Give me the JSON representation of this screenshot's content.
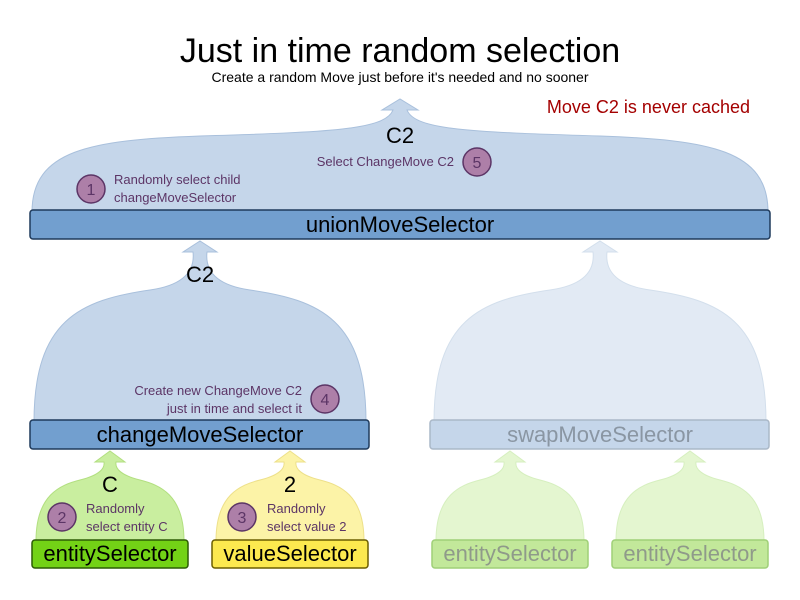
{
  "title": "Just in time random selection",
  "subtitle": "Create a random Move just before it's needed and no sooner",
  "note": "Move C2 is never cached",
  "union": {
    "label": "unionMoveSelector",
    "move": "C2"
  },
  "change": {
    "label": "changeMoveSelector",
    "move": "C2"
  },
  "swap": {
    "label": "swapMoveSelector"
  },
  "entity": {
    "label": "entitySelector",
    "move": "C"
  },
  "value": {
    "label": "valueSelector",
    "move": "2"
  },
  "swap_entity_1": {
    "label": "entitySelector"
  },
  "swap_entity_2": {
    "label": "entitySelector"
  },
  "steps": [
    {
      "num": "1",
      "line1": "Randomly select child",
      "line2": "changeMoveSelector"
    },
    {
      "num": "2",
      "line1": "Randomly",
      "line2": "select entity C"
    },
    {
      "num": "3",
      "line1": "Randomly",
      "line2": "select value 2"
    },
    {
      "num": "4",
      "line1": "Create new ChangeMove C2",
      "line2": "just in time and select it"
    },
    {
      "num": "5",
      "line1": "Select ChangeMove C2"
    }
  ],
  "colors": {
    "blue_fill": "#c5d6ea",
    "bar_blue": "#729fcf",
    "green_fill": "#c9ee9f",
    "green_bar": "#73d216",
    "yellow_fill": "#fcf3a7",
    "yellow_bar": "#fce94f",
    "step_circle": "#ad7fa8",
    "step_stroke": "#5c3566",
    "note": "#a40000"
  }
}
